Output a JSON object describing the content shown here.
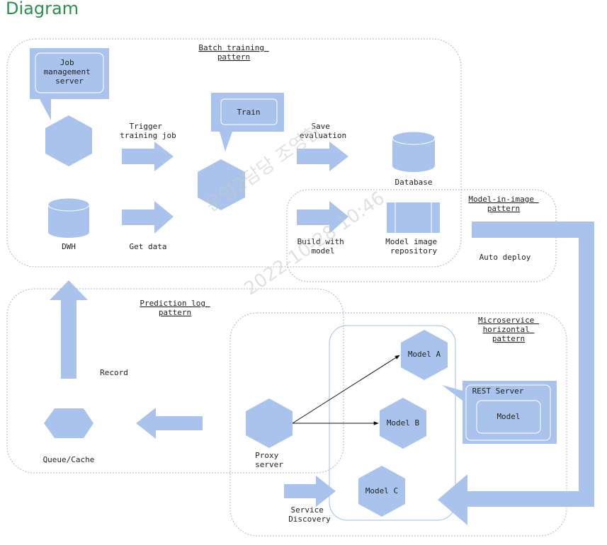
{
  "page": {
    "title": "Diagram"
  },
  "colors": {
    "shape": "#a9c3ec",
    "stroke": "#aab7cc",
    "edge": "#111111",
    "title": "#2a8f4e"
  },
  "patterns": {
    "batch_training": [
      "Batch training",
      "pattern"
    ],
    "model_in_image": [
      "Model-in-image",
      "pattern"
    ],
    "prediction_log": [
      "Prediction log",
      "pattern"
    ],
    "microservice": [
      "Microservice",
      "horizontal",
      "pattern"
    ]
  },
  "nodes": {
    "job_server": [
      "Job",
      "management",
      "server"
    ],
    "train": "Train",
    "database": "Database",
    "dwh": "DWH",
    "model_repo": [
      "Model image",
      "repository"
    ],
    "queue_cache": "Queue/Cache",
    "proxy_server": [
      "Proxy",
      "server"
    ],
    "model_a": "Model A",
    "model_b": "Model B",
    "model_c": "Model C",
    "rest_server": "REST Server",
    "model": "Model"
  },
  "flows": {
    "trigger": [
      "Trigger",
      "training job"
    ],
    "get_data": "Get data",
    "save_eval": [
      "Save",
      "evaluation"
    ],
    "build": [
      "Build with",
      "model"
    ],
    "auto_deploy": "Auto deploy",
    "record": "Record",
    "service_discovery": [
      "Service",
      "Discovery"
    ]
  },
  "watermark": {
    "name": "운영2담당 조영현",
    "date": "2022-10-28 10:46"
  }
}
